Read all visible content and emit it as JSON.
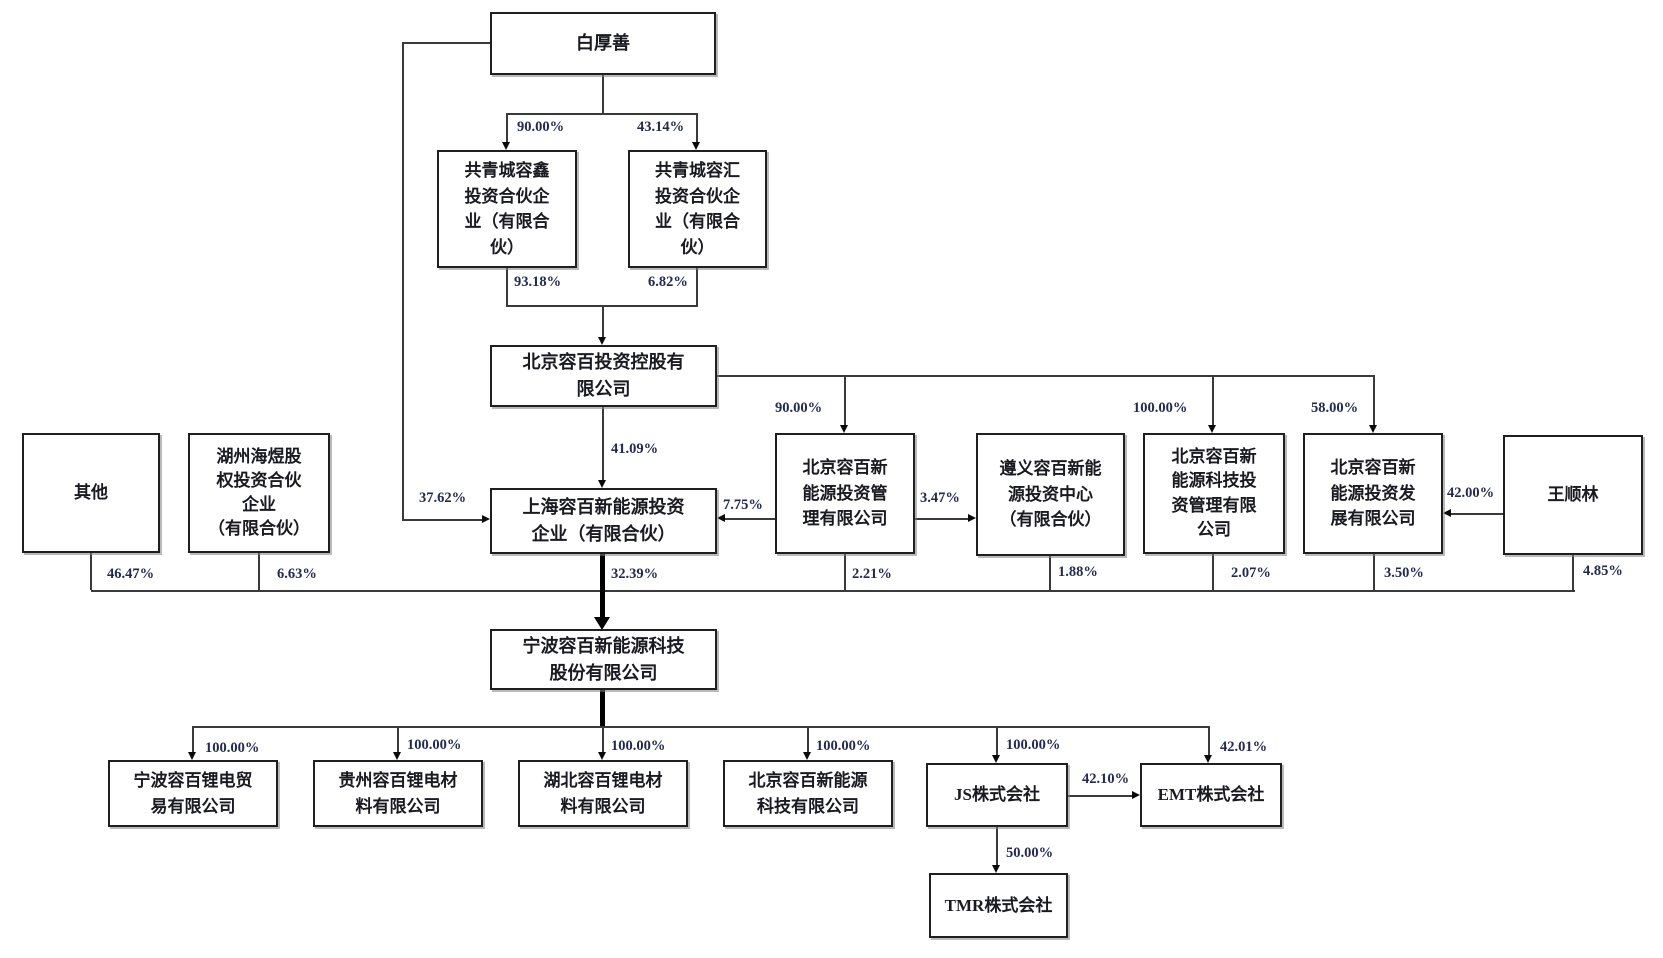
{
  "nodes": {
    "bai": "白厚善",
    "rongxin": "共青城容鑫\n投资合伙企\n业（有限合\n伙）",
    "ronghui": "共青城容汇\n投资合伙企\n业（有限合\n伙）",
    "holding": "北京容百投资控股有\n限公司",
    "shanghai": "上海容百新能源投资\n企业（有限合伙）",
    "qita": "其他",
    "huzhou": "湖州海煜股\n权投资合伙\n企业\n（有限合伙）",
    "mgmt": "北京容百新\n能源投资管\n理有限公司",
    "zunyi": "遵义容百新能\n源投资中心\n（有限合伙）",
    "techmgmt": "北京容百新\n能源科技投\n资管理有限\n公司",
    "dev": "北京容百新\n能源投资发\n展有限公司",
    "wang": "王顺林",
    "ningbo": "宁波容百新能源科技\n股份有限公司",
    "sub_trade": "宁波容百锂电贸\n易有限公司",
    "sub_guizhou": "贵州容百锂电材\n料有限公司",
    "sub_hubei": "湖北容百锂电材\n料有限公司",
    "sub_beijing": "北京容百新能源\n科技有限公司",
    "js": "JS株式会社",
    "emt": "EMT株式会社",
    "tmr": "TMR株式会社"
  },
  "labels": {
    "pct_bai_rongxin": "90.00%",
    "pct_bai_ronghui": "43.14%",
    "pct_rongxin_holding": "93.18%",
    "pct_ronghui_holding": "6.82%",
    "pct_holding_shanghai": "41.09%",
    "pct_holding_mgmt": "90.00%",
    "pct_holding_techmgmt": "100.00%",
    "pct_holding_dev": "58.00%",
    "pct_bai_shanghai": "37.62%",
    "pct_mgmt_shanghai": "7.75%",
    "pct_mgmt_zunyi": "3.47%",
    "pct_wang_dev": "42.00%",
    "pct_qita_ningbo": "46.47%",
    "pct_huzhou_ningbo": "6.63%",
    "pct_shanghai_ningbo": "32.39%",
    "pct_mgmt_ningbo": "2.21%",
    "pct_zunyi_ningbo": "1.88%",
    "pct_techmgmt_ningbo": "2.07%",
    "pct_dev_ningbo": "3.50%",
    "pct_wang_ningbo": "4.85%",
    "pct_ningbo_trade": "100.00%",
    "pct_ningbo_guizhou": "100.00%",
    "pct_ningbo_hubei": "100.00%",
    "pct_ningbo_beijing": "100.00%",
    "pct_ningbo_js": "100.00%",
    "pct_ningbo_emt": "42.01%",
    "pct_js_emt": "42.10%",
    "pct_js_tmr": "50.00%"
  }
}
